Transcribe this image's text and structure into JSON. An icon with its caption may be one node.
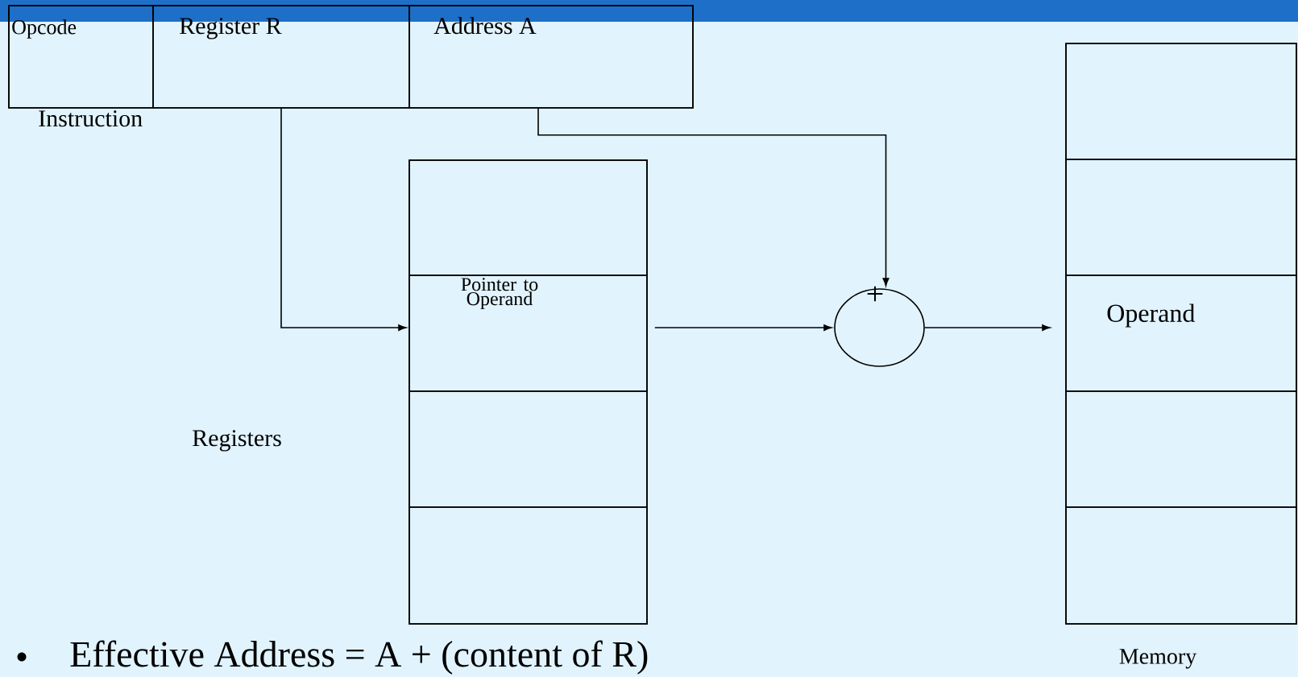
{
  "diagram": {
    "nodes": [
      {
        "text": [
          "Instruction"
        ]
      },
      {
        "text": [
          "Opcode"
        ],
        "in": 0
      },
      {
        "text": [
          "Register R"
        ],
        "in": 0
      },
      {
        "text": [
          "Address A"
        ],
        "in": 0
      },
      {
        "text": [],
        "shape": "box"
      },
      {
        "text": [],
        "shape": "box",
        "in": 4
      },
      {
        "text": [
          "Pointer to Operand"
        ],
        "in": 4
      },
      {
        "text": [],
        "shape": "box",
        "in": 4
      },
      {
        "text": [],
        "shape": "box",
        "in": 4
      },
      {
        "text": [
          "+"
        ]
      },
      {
        "text": [
          "Memory"
        ]
      },
      {
        "text": [],
        "shape": "box",
        "in": 10
      },
      {
        "text": [],
        "shape": "box",
        "in": 10
      },
      {
        "text": [
          "Operand"
        ],
        "in": 10
      },
      {
        "text": [],
        "shape": "box",
        "in": 10
      },
      {
        "text": [],
        "shape": "box",
        "in": 10
      }
    ],
    "edges": [
      {
        "from": 3,
        "to": 9,
        "arrow": "to"
      },
      {
        "from": 2,
        "to": 6,
        "arrow": "to"
      },
      {
        "from": 6,
        "to": 9,
        "arrow": "to"
      },
      {
        "from": 9,
        "to": 13,
        "arrow": "to"
      }
    ],
    "labels": [
      "Registers",
      "Effective Address = A + (content of R)"
    ]
  }
}
